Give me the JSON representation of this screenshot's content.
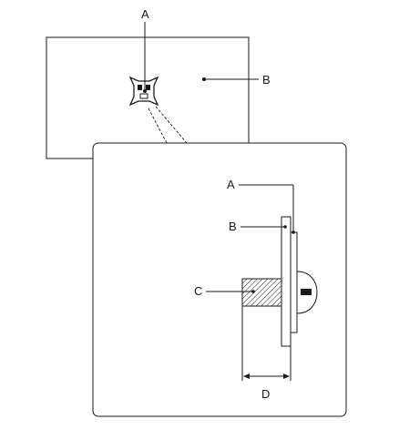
{
  "labels": {
    "top_a": "A",
    "top_b": "B",
    "detail_a": "A",
    "detail_b": "B",
    "detail_c": "C",
    "detail_d": "D"
  }
}
